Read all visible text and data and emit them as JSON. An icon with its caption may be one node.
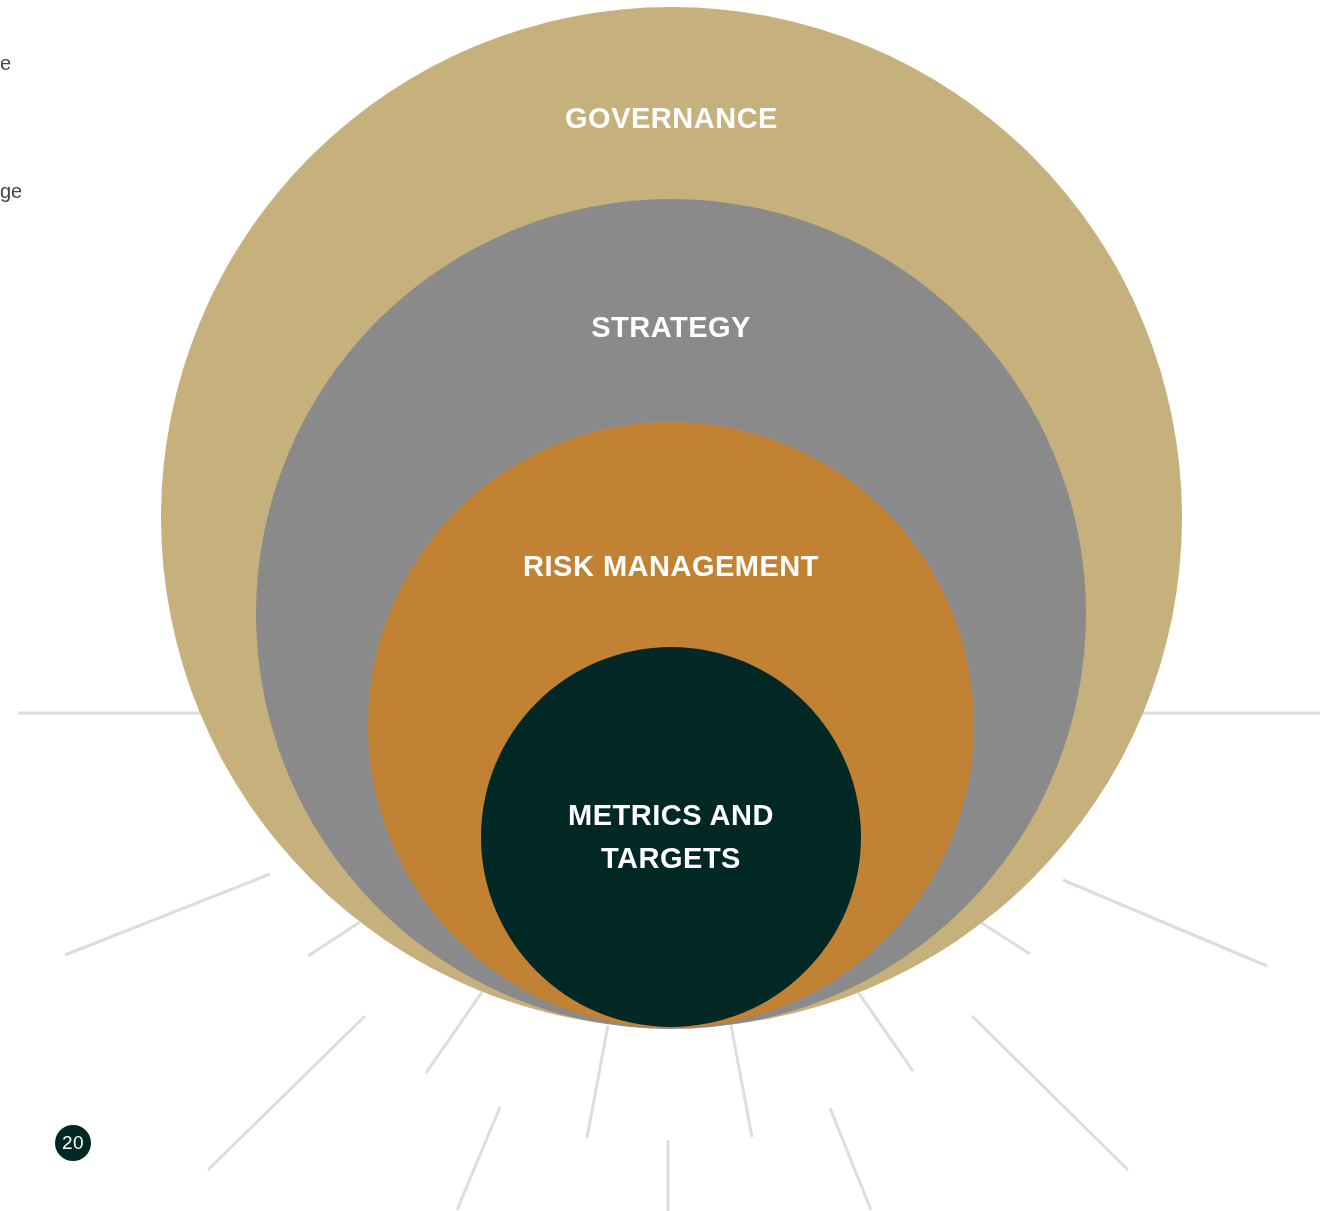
{
  "diagram": {
    "nodes": [
      {
        "text": [
          "GOVERNANCE"
        ]
      },
      {
        "text": [
          "STRATEGY"
        ],
        "in": 0
      },
      {
        "text": [
          "RISK MANAGEMENT"
        ],
        "in": 1
      },
      {
        "text": [
          "METRICS AND TARGETS"
        ],
        "in": 2
      },
      {
        "text": [
          "20"
        ]
      }
    ],
    "edges": [],
    "labels": [
      "e",
      "ge"
    ]
  }
}
